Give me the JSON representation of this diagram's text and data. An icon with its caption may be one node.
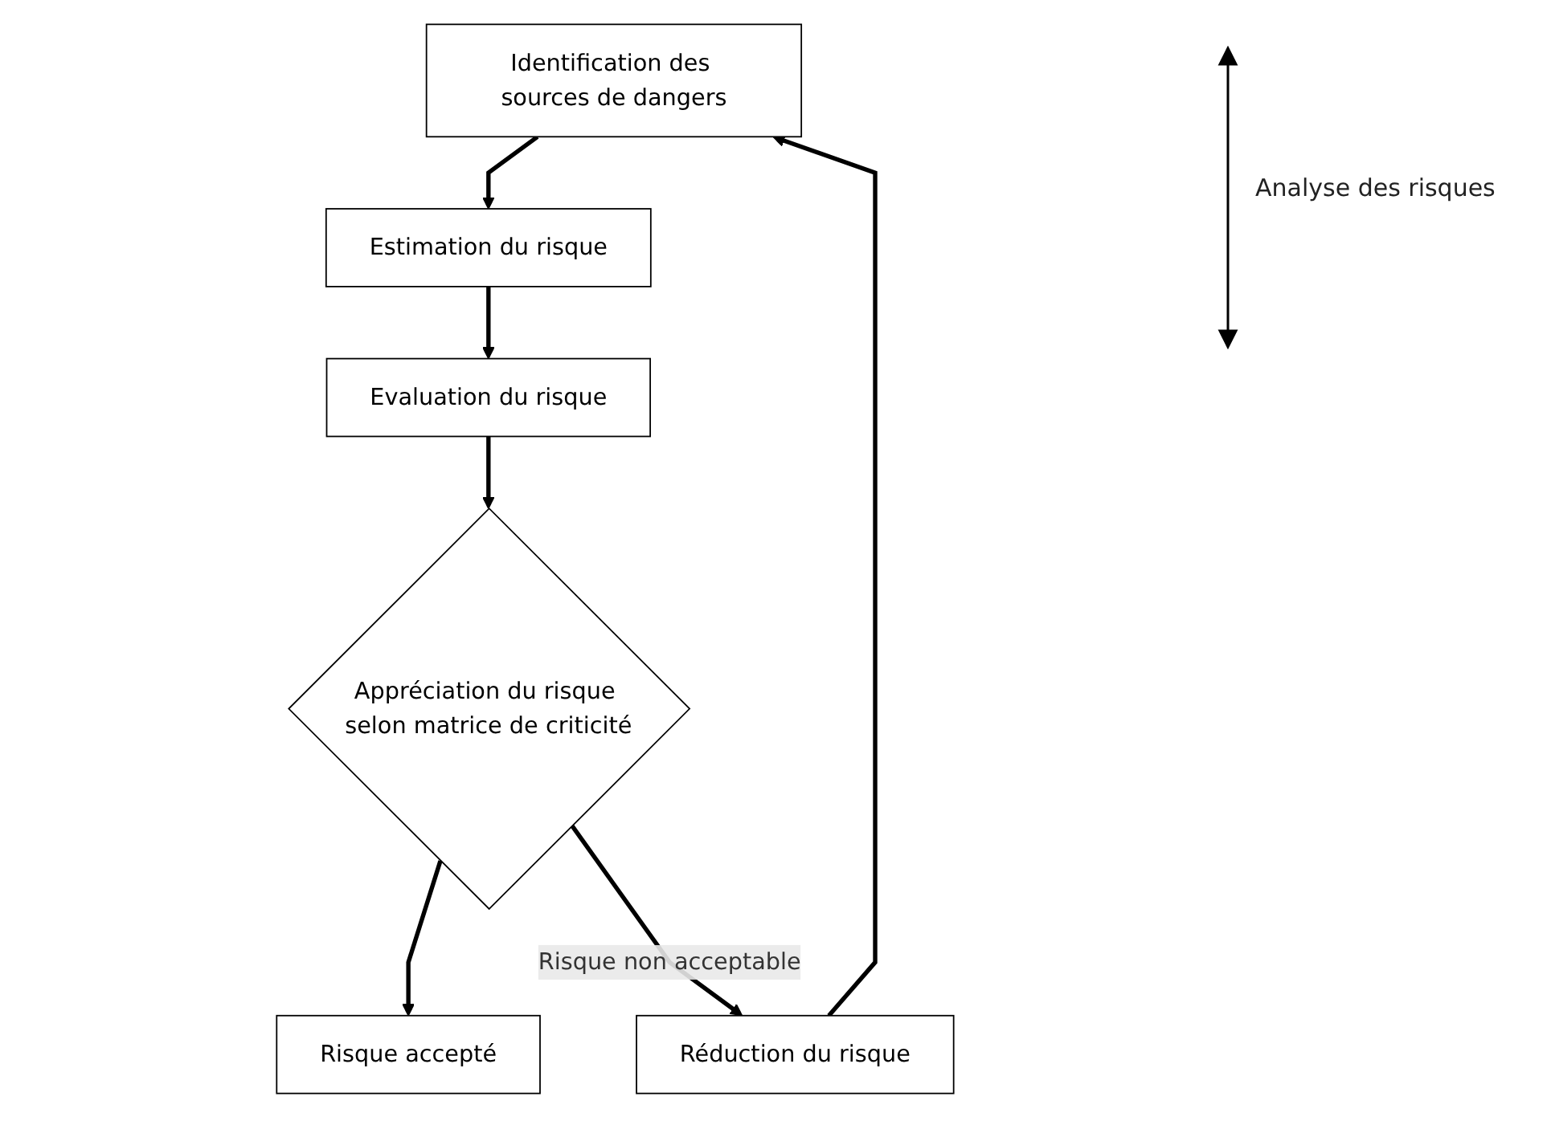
{
  "diagram": {
    "nodes": [
      {
        "text": [
          "Identification des sources de dangers"
        ]
      },
      {
        "text": [
          "Estimation du risque"
        ]
      },
      {
        "text": [
          "Evaluation du risque"
        ]
      },
      {
        "text": [
          "Appréciation du risque selon matrice de criticité"
        ]
      },
      {
        "text": [
          "Risque accepté"
        ]
      },
      {
        "text": [
          "Réduction du risque"
        ]
      }
    ],
    "edges": [
      {
        "from": 0,
        "to": 1,
        "arrow": "to"
      },
      {
        "from": 1,
        "to": 2,
        "arrow": "to"
      },
      {
        "from": 2,
        "to": 3,
        "arrow": "to"
      },
      {
        "from": 3,
        "to": 4,
        "arrow": "to"
      },
      {
        "from": 3,
        "to": 5,
        "arrow": "to",
        "label": "Risque non acceptable"
      },
      {
        "from": 5,
        "to": 0,
        "arrow": "to"
      }
    ],
    "labels": [
      "Analyse des risques"
    ]
  }
}
